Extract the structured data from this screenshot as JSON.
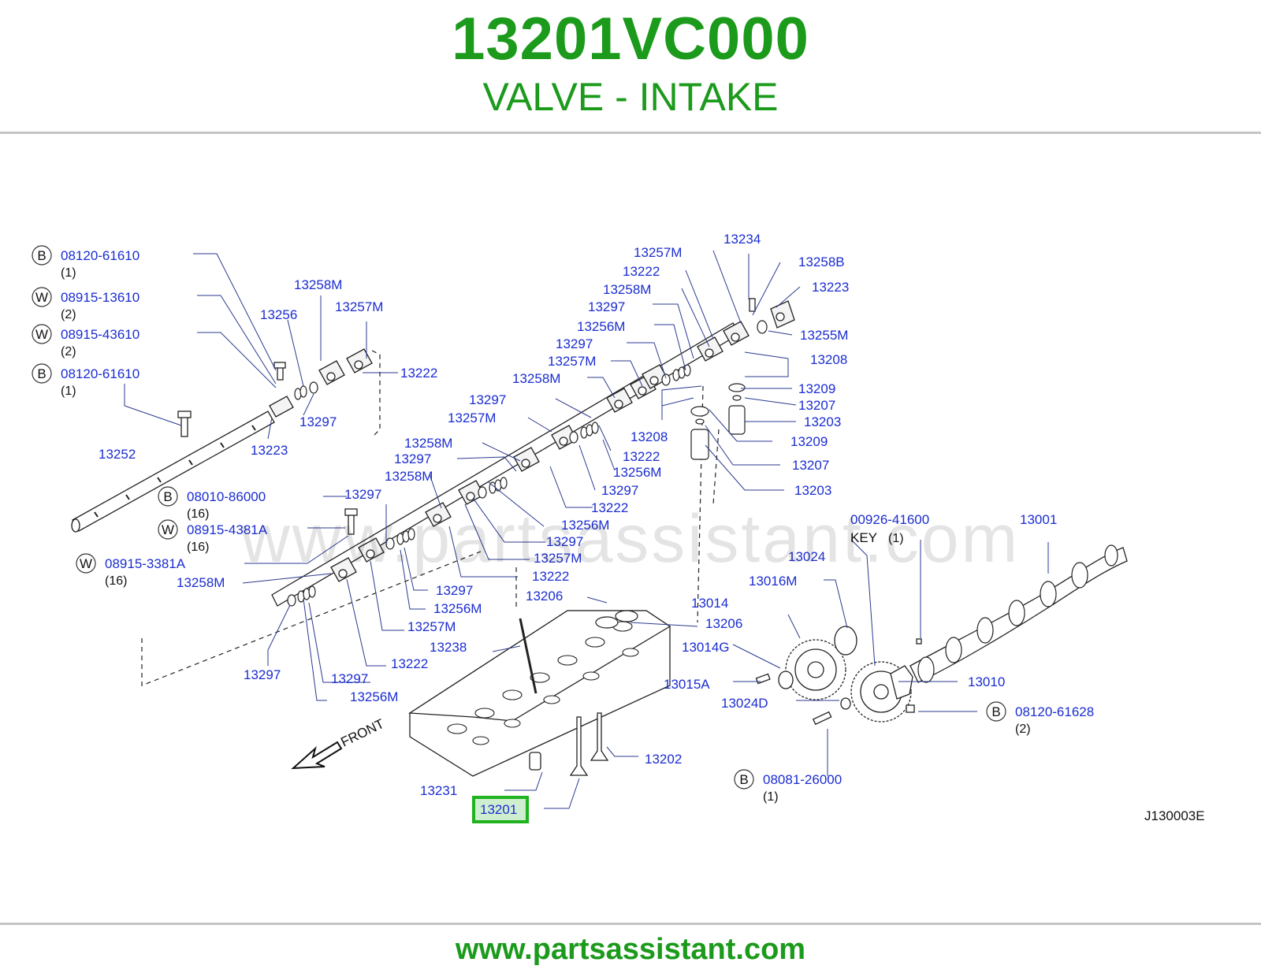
{
  "header": {
    "part_number": "13201VC000",
    "part_name": "VALVE - INTAKE"
  },
  "footer": {
    "url": "www.partsassistant.com"
  },
  "watermark": "www.partsassistant.com",
  "diagram_ref": "J130003E",
  "colors": {
    "brand_green": "#1b9a1b",
    "label_blue": "#1b2dd1",
    "highlight": "#1fb31f"
  },
  "front_label": "FRONT",
  "badges": [
    {
      "letter": "B",
      "code": "08120-61610",
      "qty": "(1)"
    },
    {
      "letter": "W",
      "code": "08915-13610",
      "qty": "(2)"
    },
    {
      "letter": "W",
      "code": "08915-43610",
      "qty": "(2)"
    },
    {
      "letter": "B",
      "code": "08120-61610",
      "qty": "(1)"
    },
    {
      "letter": "B",
      "code": "08010-86000",
      "qty": "(16)"
    },
    {
      "letter": "W",
      "code": "08915-4381A",
      "qty": "(16)"
    },
    {
      "letter": "W",
      "code": "08915-3381A",
      "qty": "(16)"
    },
    {
      "letter": "B",
      "code": "08120-61628",
      "qty": "(2)"
    },
    {
      "letter": "B",
      "code": "08081-26000",
      "qty": "(1)"
    }
  ],
  "key_part": {
    "code": "00926-41600",
    "text": "KEY",
    "qty": "(1)"
  },
  "labels": [
    "13258M",
    "13257M",
    "13256",
    "13222",
    "13297",
    "13223",
    "13252",
    "13234",
    "13257M",
    "13258B",
    "13222",
    "13223",
    "13258M",
    "13297",
    "13255M",
    "13256M",
    "13208",
    "13297",
    "13257M",
    "13209",
    "13258M",
    "13207",
    "13297",
    "13203",
    "13257M",
    "13222",
    "13208",
    "13209",
    "13258M",
    "13256M",
    "13207",
    "13297",
    "13297",
    "13203",
    "13258M",
    "13222",
    "13297",
    "13256M",
    "13297",
    "13257M",
    "13222",
    "13297",
    "13256M",
    "13258M",
    "13257M",
    "13206",
    "13222",
    "13206",
    "13238",
    "13297",
    "13297",
    "13256M",
    "13001",
    "13024",
    "13016M",
    "13014",
    "13014G",
    "13015A",
    "13010",
    "13024D",
    "13202",
    "13231"
  ],
  "highlighted_part": "13201"
}
